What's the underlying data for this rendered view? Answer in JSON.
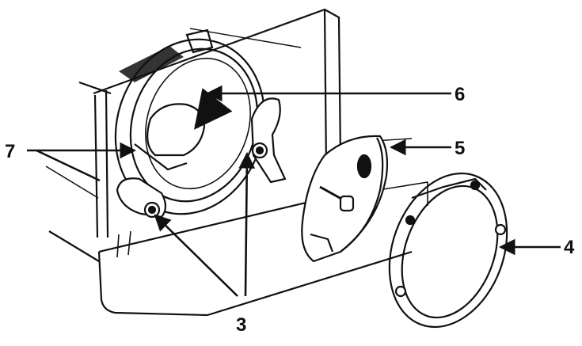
{
  "figure": {
    "labels": {
      "l3": "3",
      "l4": "4",
      "l5": "5",
      "l6": "6",
      "l7": "7"
    }
  },
  "colors": {
    "ink": "#111111",
    "paper": "#ffffff"
  }
}
